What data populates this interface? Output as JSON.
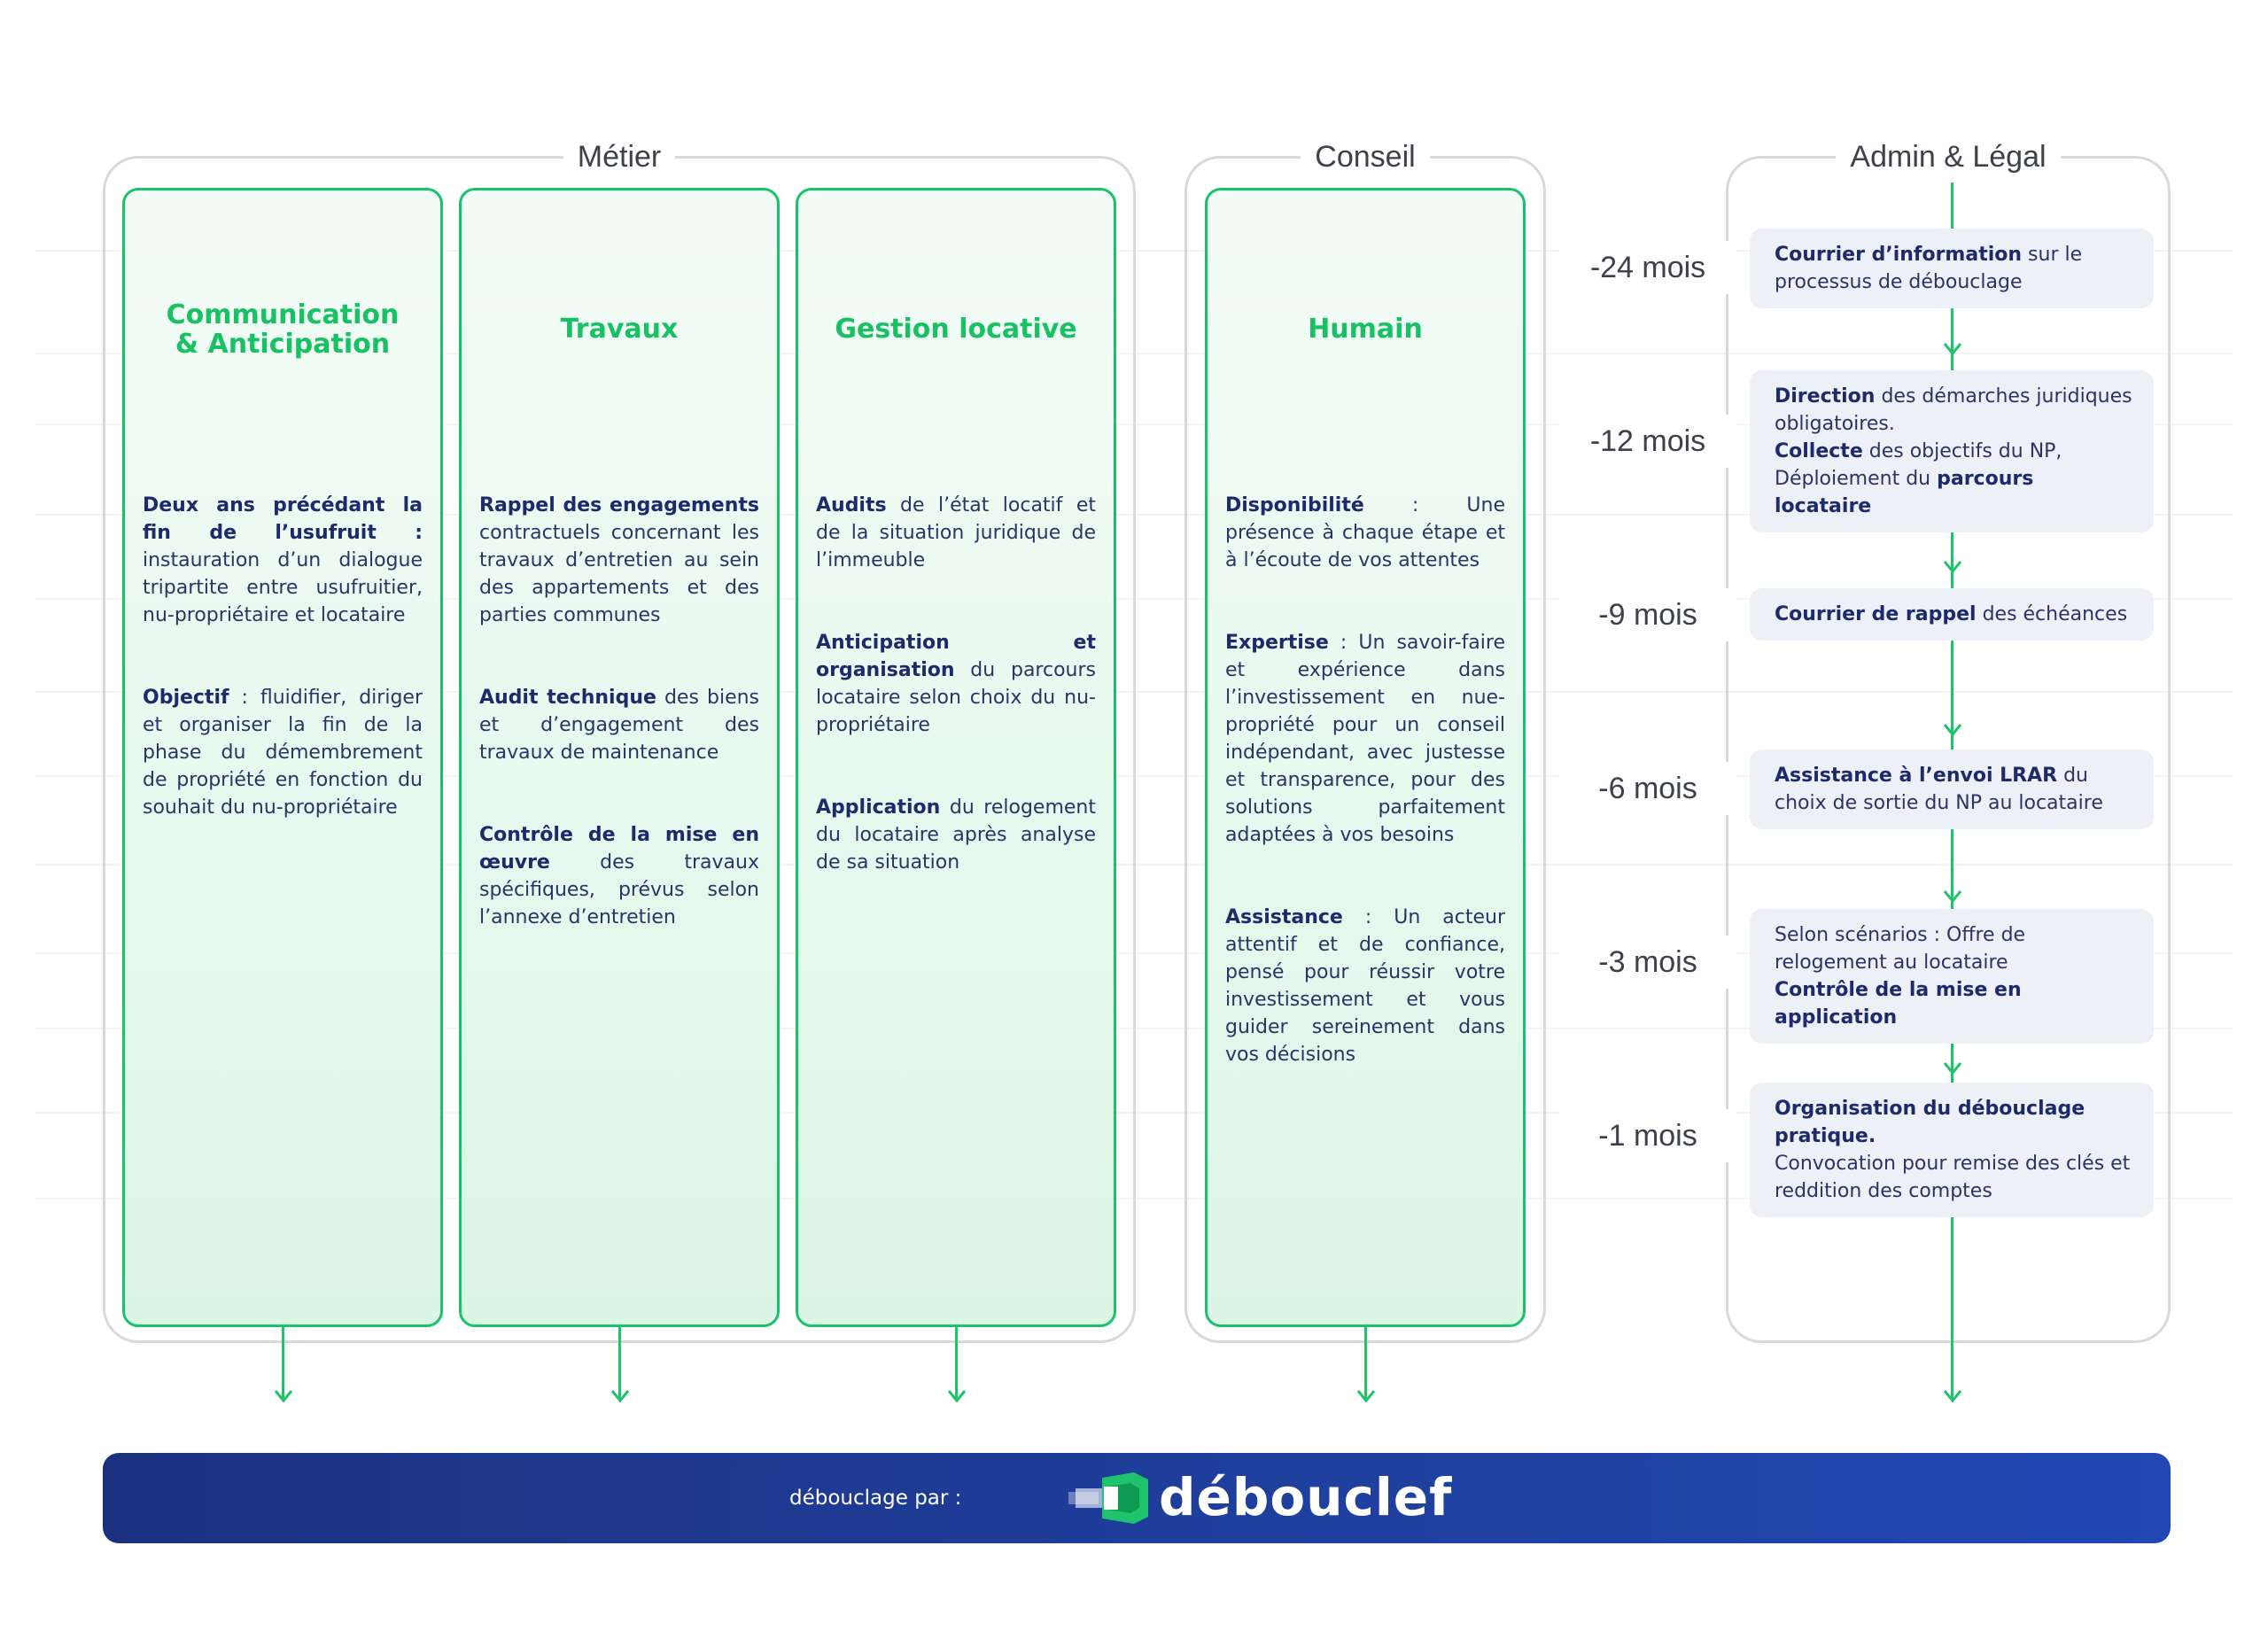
{
  "groups": {
    "metier": "Métier",
    "conseil": "Conseil",
    "admin": "Admin & Légal"
  },
  "columns": [
    {
      "title": "Communication\n& Anticipation",
      "paragraphs": [
        {
          "bold": "Deux ans précédant la fin de l’usufruit :",
          "text": " instauration d’un dialogue tripartite entre usufruitier, nu-propriétaire et locataire"
        },
        {
          "bold": "Objectif",
          "text": " : fluidifier, diriger et organiser la fin de la phase du démembrement de propriété en fonction du souhait du nu-propriétaire"
        }
      ]
    },
    {
      "title": "Travaux",
      "paragraphs": [
        {
          "bold": "Rappel des engagements",
          "text": " contractuels concernant les travaux d’entretien au sein des appartements et des parties communes"
        },
        {
          "bold": "Audit technique",
          "text": " des biens et d’engagement des travaux de maintenance"
        },
        {
          "bold": "Contrôle de la mise en œuvre",
          "text": " des travaux spécifiques, prévus selon l’annexe d’entretien"
        }
      ]
    },
    {
      "title": "Gestion locative",
      "paragraphs": [
        {
          "bold": "Audits",
          "text": " de l’état locatif et de la situation juridique de l’immeuble"
        },
        {
          "bold": "Anticipation et organisation",
          "text": " du parcours locataire selon choix du nu-propriétaire"
        },
        {
          "bold": "Application",
          "text": " du relogement du locataire après analyse de sa situation"
        }
      ]
    },
    {
      "title": "Humain",
      "paragraphs": [
        {
          "bold": "Disponibilité",
          "text": " : Une présence à chaque étape et à l’écoute de vos attentes"
        },
        {
          "bold": "Expertise",
          "text": " : Un savoir-faire et expérience dans l’investissement en nue-propriété pour un conseil indépendant, avec justesse et transparence, pour des solutions parfaitement adaptées à vos besoins"
        },
        {
          "bold": "Assistance",
          "text": " : Un acteur attentif et de confiance, pensé pour réussir votre investissement et vous guider sereinement dans vos décisions"
        }
      ]
    }
  ],
  "timeline": [
    "-24 mois",
    "-12 mois",
    "-9 mois",
    "-6 mois",
    "-3 mois",
    "-1 mois"
  ],
  "steps": [
    [
      {
        "b": "Courrier d’information"
      },
      {
        "t": " sur le processus de débouclage"
      }
    ],
    [
      {
        "b": "Direction"
      },
      {
        "t": " des démarches juridiques obligatoires."
      },
      {
        "br": true
      },
      {
        "b": "Collecte"
      },
      {
        "t": " des objectifs du NP,"
      },
      {
        "br": true
      },
      {
        "t": "Déploiement du "
      },
      {
        "b": "parcours locataire"
      }
    ],
    [
      {
        "b": "Courrier de rappel"
      },
      {
        "t": " des échéances"
      }
    ],
    [
      {
        "b": "Assistance à l’envoi LRAR"
      },
      {
        "t": " du choix de sortie du NP au locataire"
      }
    ],
    [
      {
        "t": "Selon scénarios : Offre de relogement au locataire"
      },
      {
        "br": true
      },
      {
        "b": "Contrôle de la mise en application"
      }
    ],
    [
      {
        "b": "Organisation du débouclage pratique."
      },
      {
        "br": true
      },
      {
        "t": "Convocation pour remise des clés et reddition des comptes"
      }
    ]
  ],
  "footer": {
    "label": "débouclage par :",
    "brand": "débouclef"
  },
  "colors": {
    "accent_green": "#18c163",
    "navy": "#1d2a6b",
    "footer_blue": "#1f3f9c"
  }
}
